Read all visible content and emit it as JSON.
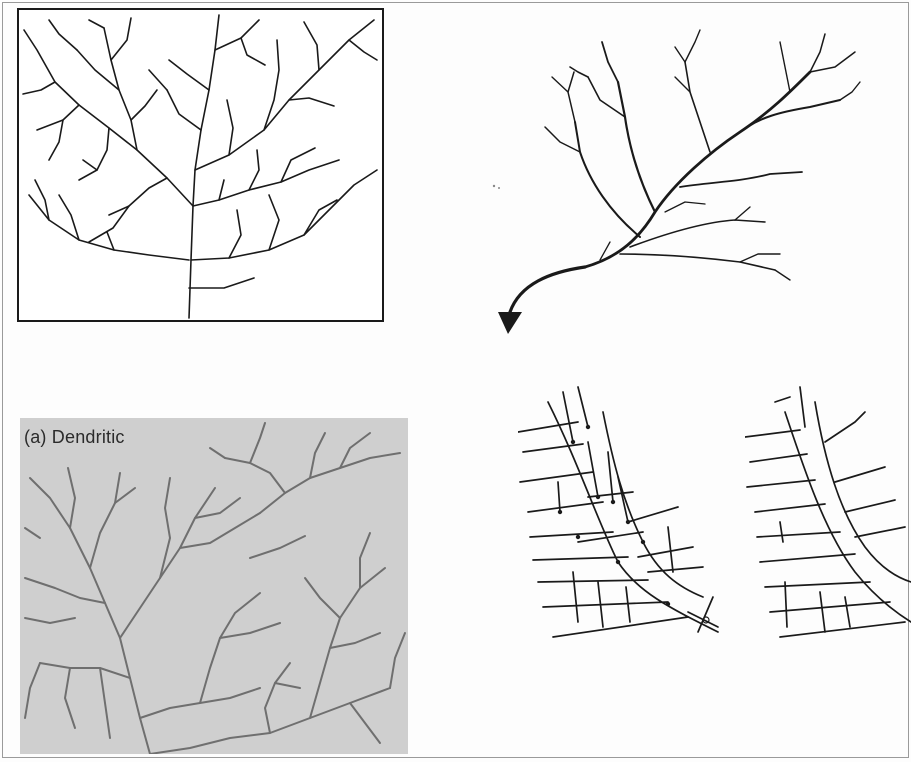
{
  "figure": {
    "panels": [
      {
        "id": "top-left",
        "label": ""
      },
      {
        "id": "top-right",
        "label": ""
      },
      {
        "id": "bottom-left",
        "label": "(a) Dendritic"
      },
      {
        "id": "bottom-middle",
        "label": ""
      },
      {
        "id": "bottom-right",
        "label": ""
      }
    ]
  },
  "colors": {
    "line": "#1a1a1a",
    "stream_gray": "#6f6f6f",
    "panel_gray": "#cfcfcf"
  }
}
